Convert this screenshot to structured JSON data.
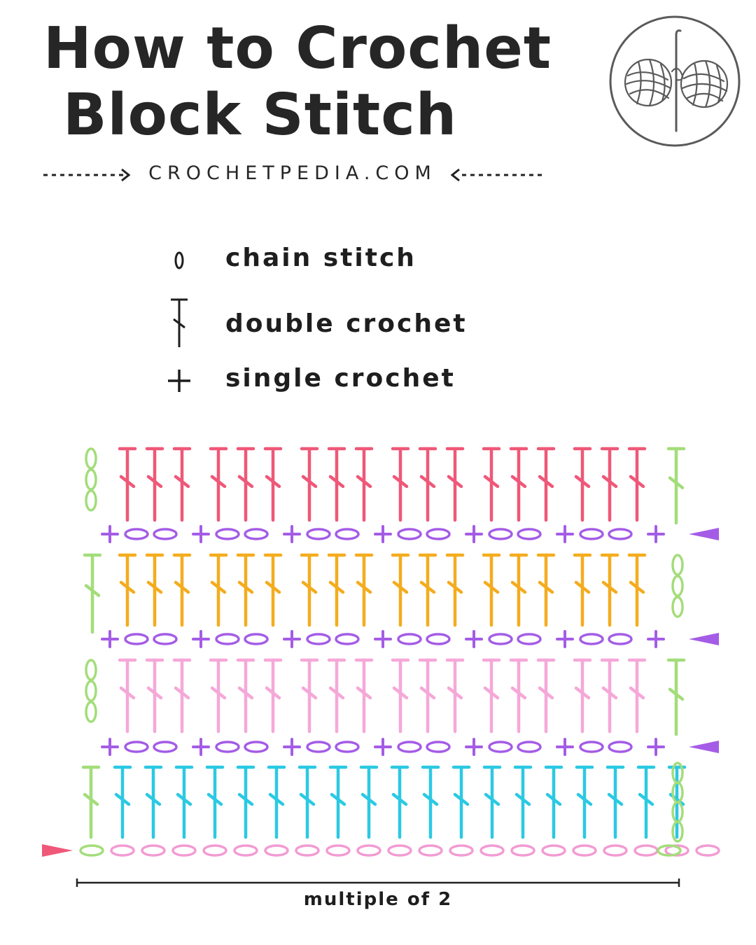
{
  "title": {
    "line1": "How to Crochet",
    "line2": "Block Stitch"
  },
  "website": "CROCHETPEDIA.COM",
  "logo_icon": "yarn-balls-hook-icon",
  "legend": [
    {
      "symbol": "chain-stitch-icon",
      "label": "chain stitch"
    },
    {
      "symbol": "double-crochet-icon",
      "label": "double crochet"
    },
    {
      "symbol": "single-crochet-icon",
      "label": "single crochet"
    }
  ],
  "diagram": {
    "blocks": 6,
    "dc_per_block": 3,
    "chain_count": 20,
    "foundation_dc_count": 19,
    "colors": {
      "foundation_chain": "#f29bd3",
      "turning_chain": "#a3dd7a",
      "row1_dc": "#2bc9e3",
      "row2_dc": "#f5a8d8",
      "row3_dc": "#f4ac1e",
      "row4_dc": "#ef5878",
      "sc_rows": "#a45ce6",
      "start_marker": "#ef5878",
      "row_marker": "#a45ce6"
    }
  },
  "measure_label": "multiple of 2"
}
